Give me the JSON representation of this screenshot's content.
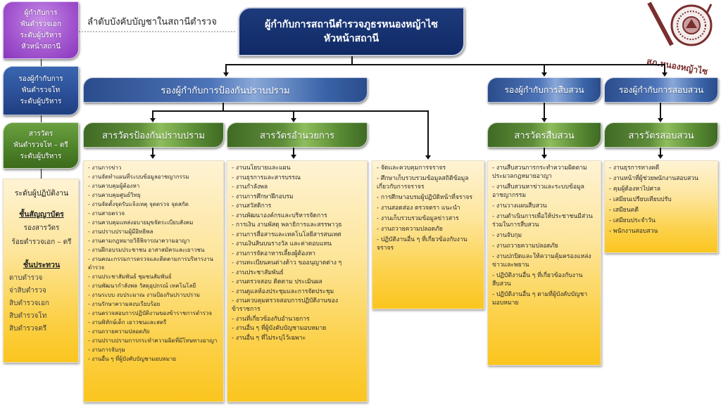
{
  "caption": "ลำดับบังคับบัญชาในสถานีตำรวจ",
  "logo": {
    "text": "สภ.หนองหญ้าไซ",
    "icon": "police-seal-icon",
    "color": "#7a2e2e"
  },
  "colors": {
    "navy": "#102a66",
    "blue": "#2a4c8c",
    "green": "#4c8028",
    "purple": "#a458d0",
    "yellow": "#fcd14a"
  },
  "legend": {
    "level1": [
      "ผู้กำกับการ",
      "พันตำรวจเอก",
      "ระดับผู้บริหาร",
      "หัวหน้าสถานี"
    ],
    "level2": [
      "รองผู้กำกับการ",
      "พันตำรวจโท",
      "ระดับผู้บริหาร"
    ],
    "level3": [
      "สารวัตร",
      "พันตำรวจโท – ตรี",
      "ระดับผู้บริหาร"
    ],
    "level4": {
      "title": "ระดับผู้ปฏิบัติงาน",
      "officer_head": "ชั้นสัญญาบัตร",
      "officers": [
        "รองสารวัตร",
        "ร้อยตำรวจเอก – ตรี"
      ],
      "nco_head": "ชั้นประทวน",
      "ncos": [
        "ดาบตำรวจ",
        "จ่าสิบตำรวจ",
        "สิบตำรวจเอก",
        "สิบตำรวจโท",
        "สิบตำรวจตรี"
      ]
    }
  },
  "top": {
    "line1": "ผู้กำกับการสถานีตำรวจภูธรหนองหญ้าไซ",
    "line2": "หัวหน้าสถานี"
  },
  "deputies": {
    "prevention": "รองผู้กำกับการป้องกันปราบปราม",
    "investigation": "รองผู้กำกับการสืบสวน",
    "inquiry": "รองผู้กำกับการสอบสวน"
  },
  "inspectors": {
    "prevention": "สารวัตรป้องกันปราบปราม",
    "admin": "สารวัตรอำนวยการ",
    "investigation": "สารวัตรสืบสวน",
    "inquiry": "สารวัตรสอบสวน"
  },
  "duties": {
    "prevention": [
      "- งานการข่าว",
      "- งานจัดทำแผนที่ระบบข้อมูลอาชญากรรม",
      "- งานควบคุมผู้ต้องหา",
      "- งานควบคุมศูนย์วิทยุ",
      "- งานจัดตั้งจุดรับแจ้งเหตุ จุดตรวจ จุดสกัด",
      "- งานสายตรวจ",
      "- งานควบคุมแหล่งอบายมุขจัดระเบียบสังคม",
      "- งานปราบปรามผู้มีอิทธิพล",
      "- งานตามกฎหมายวิธีพิจารณาความอาญา",
      "- งานฝึกอบรมประชาชน อาสาสมัครและเยาวชน",
      "- งานคณะกรรมการตรวจและติดตามการบริหารงานตำรวจ",
      "- งานประชาสัมพันธ์ ชุมชนสัมพันธ์",
      "- งานพัฒนากำลังพล วัสดุอุปกรณ์ เทคโนโลยี",
      "- งานระบบ งบประมาณ งานป้องกันปราบปราม",
      "- งานรักษาความสงบเรียบร้อย",
      "- งานตรวจสอบการปฏิบัติงานของข้าราชการตำรวจ",
      "- งานพิทักษ์เด็ก เยาวชนและสตรี",
      "- งานถวายความปลอดภัย",
      "- งานปราบปรามการกระทำความผิดที่มีโทษทางอาญา",
      "- งานการจับกุม",
      "- งานอื่น ๆ ที่ผู้บังคับบัญชามอบหมาย"
    ],
    "admin": [
      "- งานนโยบายและแผน",
      "- งานธุรการและสารบรรณ",
      "- งานกำลังพล",
      "- งานการศึกษาฝึกอบรม",
      "- งานสวัสดิการ",
      "- งานพัฒนาองค์กรและบริหารจัดการ",
      "- การเงิน งานพัสดุ พลาธิการและสรรพาวุธ",
      "- งานการสื่อสารและเทคโนโลยีสารสนเทศ",
      "- งานเงินสินบนรางวัล และค่าตอบแทน",
      "- งานการจัดอาหารเลี้ยงผู้ต้องหา",
      "- งานทะเบียนคนต่างด้าว ขออนุญาตต่าง ๆ",
      "- งานประชาสัมพันธ์",
      "- งานตรวจสอบ ติดตาม ประเมินผล",
      "- งานดูแลห้องประชุมและการจัดประชุม",
      "- งานควบคุมตรวจสอบการปฏิบัติงานของข้าราชการ",
      "- งานที่เกี่ยวข้องกับอำนวยการ",
      "- งานอื่น ๆ ที่ผู้บังคับบัญชามอบหมาย",
      "- งานอื่น ๆ ที่ไม่ระบุไว้เฉพาะ"
    ],
    "traffic": [
      "- จัดและควบคุมการจราจร",
      "- ศึกษาเก็บรวบรวมข้อมูลสถิติข้อมูลเกี่ยวกับการจราจร",
      "- การศึกษาอบรมผู้ปฏิบัติหน้าที่จราจร",
      "- งานสอดส่อง ตรวจตรา แนะนำ",
      "- งานเก็บรวบรวมข้อมูลข่าวสาร",
      "- งานถวายความปลอดภัย",
      "- ปฏิบัติงานอื่น ๆ ที่เกี่ยวข้องกับงานจราจร"
    ],
    "investigation": [
      "- งานสืบสวนการกระทำความผิดตามประมวลกฎหมายอาญา",
      "- งานสืบสวนหาข่าวและระบบข้อมูลอาชญากรรม",
      "- งานวางแผนสืบสวน",
      "- งานดำเนินการเพื่อให้ประชาชนมีส่วนร่วมในการสืบสวน",
      "- งานจับกุม",
      "- งานถวายความปลอดภัย",
      "- งานปกปิดและให้ความคุ้มครองแหล่งข่าวและพยาน",
      "- ปฏิบัติงานอื่น ๆ ที่เกี่ยวข้องกับงานสืบสวน",
      "- ปฏิบัติงานอื่น ๆ ตามที่ผู้บังคับบัญชามอบหมาย"
    ],
    "inquiry": [
      "- งานธุรการทางคดี",
      "- งานหน้าที่ผู้ช่วยพนักงานสอบสวน",
      "- คุมผู้ต้องหาไปศาล",
      "- เสมียนเปรียบเทียบปรับ",
      "- เสมียนคดี",
      "- เสมียนประจำวัน",
      "- พนักงานสอบสวน"
    ]
  }
}
